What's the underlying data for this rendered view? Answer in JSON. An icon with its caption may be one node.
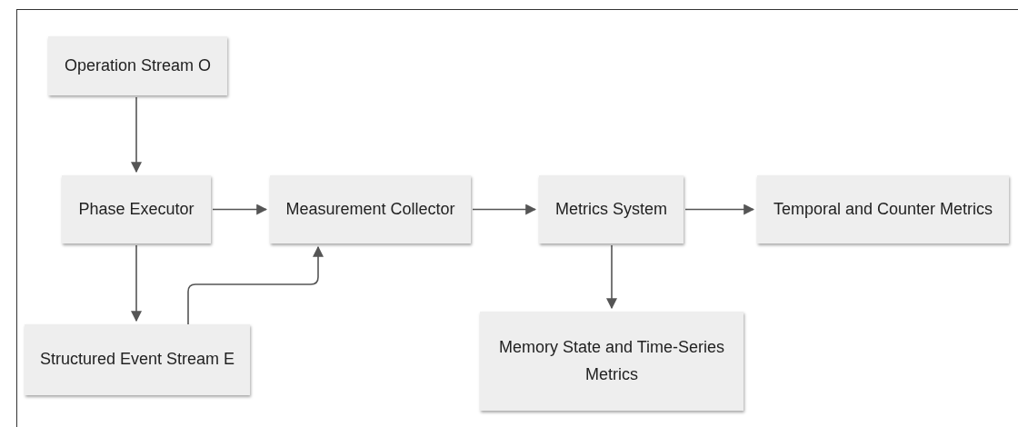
{
  "diagram": {
    "nodes": [
      {
        "text": [
          "Operation Stream O"
        ]
      },
      {
        "text": [
          "Phase Executor"
        ]
      },
      {
        "text": [
          "Measurement Collector"
        ]
      },
      {
        "text": [
          "Metrics System"
        ]
      },
      {
        "text": [
          "Temporal and Counter Metrics"
        ]
      },
      {
        "text": [
          "Structured Event Stream E"
        ]
      },
      {
        "text": [
          "Memory State and Time-Series Metrics"
        ]
      }
    ],
    "edges": [
      {
        "from": 0,
        "to": 1,
        "arrow": "to"
      },
      {
        "from": 1,
        "to": 2,
        "arrow": "to"
      },
      {
        "from": 2,
        "to": 3,
        "arrow": "to"
      },
      {
        "from": 3,
        "to": 4,
        "arrow": "to"
      },
      {
        "from": 1,
        "to": 5,
        "arrow": "to"
      },
      {
        "from": 5,
        "to": 2,
        "arrow": "to"
      },
      {
        "from": 3,
        "to": 6,
        "arrow": "to"
      }
    ]
  }
}
